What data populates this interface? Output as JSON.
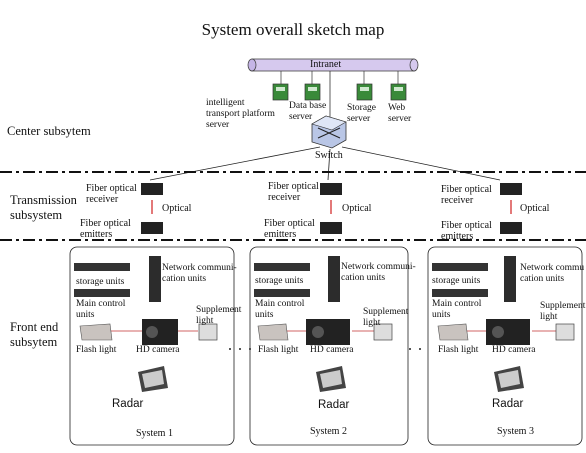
{
  "title": "System overall sketch map",
  "subsystems": {
    "center": "Center subsytem",
    "transmission": [
      "Transmission",
      "subsystem"
    ],
    "front_end": [
      "Front end",
      "subsytem"
    ]
  },
  "center": {
    "intranet": "Intranet",
    "itps": [
      "intelligent",
      "transport platform",
      "server"
    ],
    "database": [
      "Data base",
      "server"
    ],
    "storage": [
      "Storage",
      "server"
    ],
    "web": [
      "Web",
      "server"
    ],
    "switch": "Switch"
  },
  "transmission": {
    "receiver": [
      "Fiber optical",
      "receiver"
    ],
    "emitters": [
      "Fiber optical",
      "emitters"
    ],
    "optical": "Optical"
  },
  "front_end": {
    "storage_units": "storage units",
    "main_control": [
      "Main control",
      "units"
    ],
    "network_comm": [
      "Network communi-",
      "cation units"
    ],
    "network_comm_3": [
      "Network commu",
      "cation units"
    ],
    "supplement": [
      "Supplement",
      "light"
    ],
    "flash": "Flash light",
    "hd_camera": "HD camera",
    "radar": "Radar",
    "systems": [
      "System 1",
      "System 2",
      "System 3"
    ]
  },
  "colors": {
    "intranet_tube": "#d6c9ee",
    "server_green": "#3a8a3a",
    "dashed": "#111111",
    "optical_link": "#d02020"
  }
}
